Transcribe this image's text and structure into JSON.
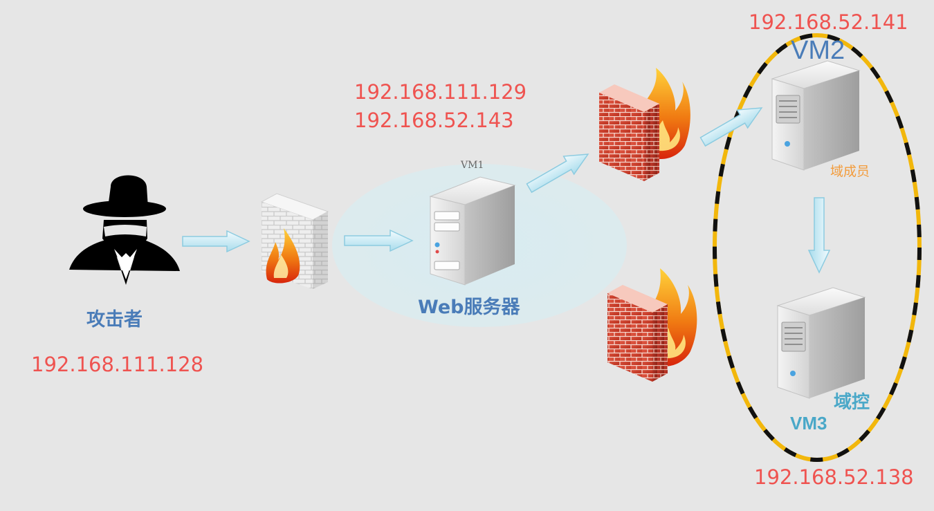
{
  "attacker": {
    "label": "攻击者",
    "ip": "192.168.111.128"
  },
  "vm1": {
    "name": "VM1",
    "label": "Web服务器",
    "ips": [
      "192.168.111.129",
      "192.168.52.143"
    ]
  },
  "vm2": {
    "name": "VM2",
    "role": "域成员",
    "ip": "192.168.52.141"
  },
  "vm3": {
    "name": "VM3",
    "role": "域控",
    "ip": "192.168.52.138"
  },
  "icons": [
    "attacker-icon",
    "firewall-icon",
    "server-icon",
    "arrow-icon"
  ],
  "colors": {
    "background": "#e6e6e6",
    "ip_text": "#ef5350",
    "label_blue": "#4a7cb8",
    "domain_member": "#f39c3c",
    "domain_controller": "#4aa8c8",
    "ring_yellow": "#f2b70c",
    "ring_black": "#111111"
  }
}
